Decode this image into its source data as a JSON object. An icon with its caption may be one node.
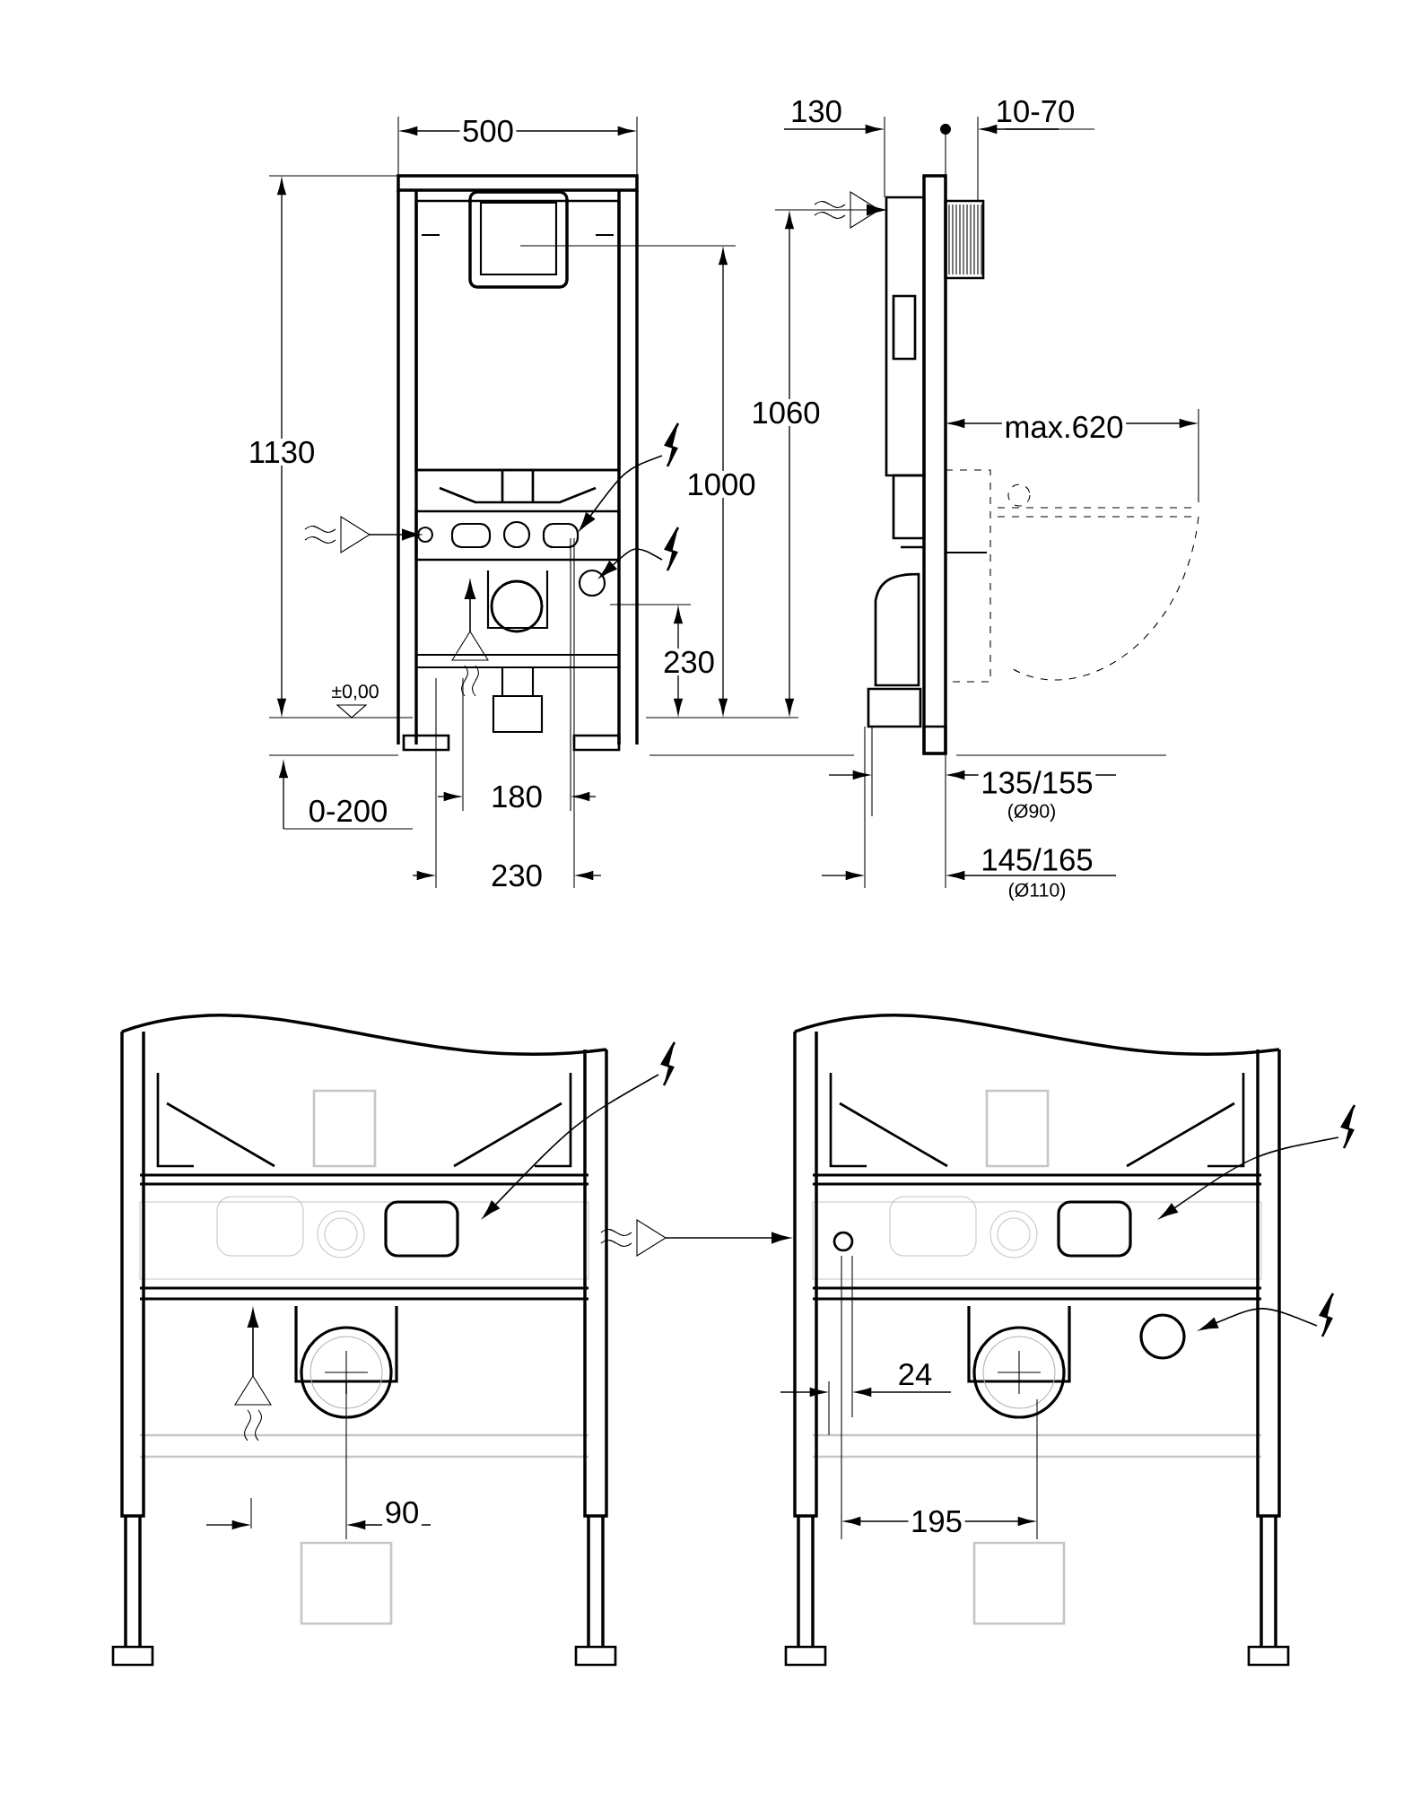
{
  "diagram": {
    "labels": [
      "500",
      "130",
      "10-70",
      "1130",
      "1060",
      "max.620",
      "1000",
      "±0,00",
      "230",
      "0-200",
      "180",
      "135/155",
      "(Ø90)",
      "230",
      "145/165",
      "(Ø110)",
      "24",
      "90",
      "195"
    ]
  }
}
